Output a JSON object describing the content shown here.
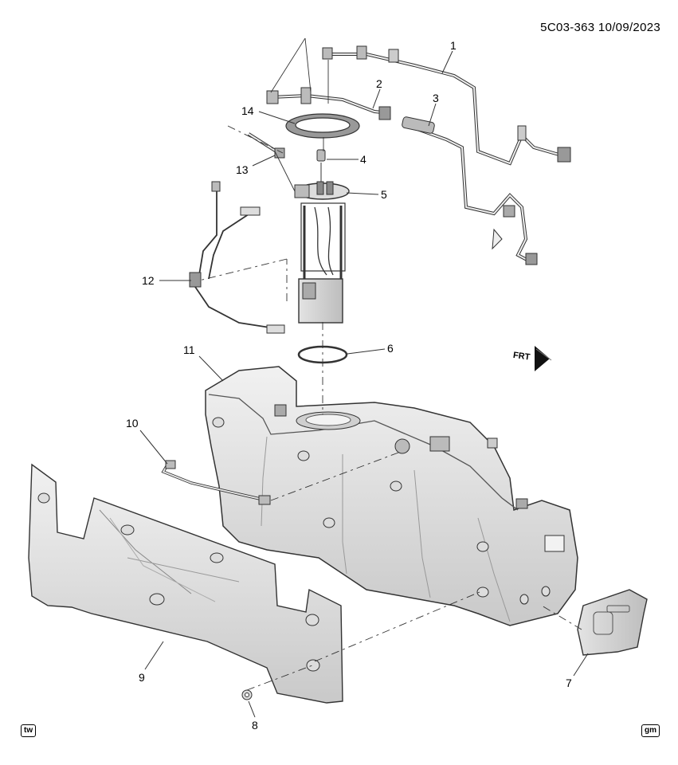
{
  "header": {
    "drawing_id": "5C03-363",
    "date": "10/09/2023"
  },
  "callouts": [
    "1",
    "2",
    "3",
    "4",
    "5",
    "6",
    "7",
    "8",
    "9",
    "10",
    "11",
    "12",
    "13",
    "14"
  ],
  "direction_label": "FRT",
  "logos": {
    "left": "tw",
    "right": "gm"
  }
}
